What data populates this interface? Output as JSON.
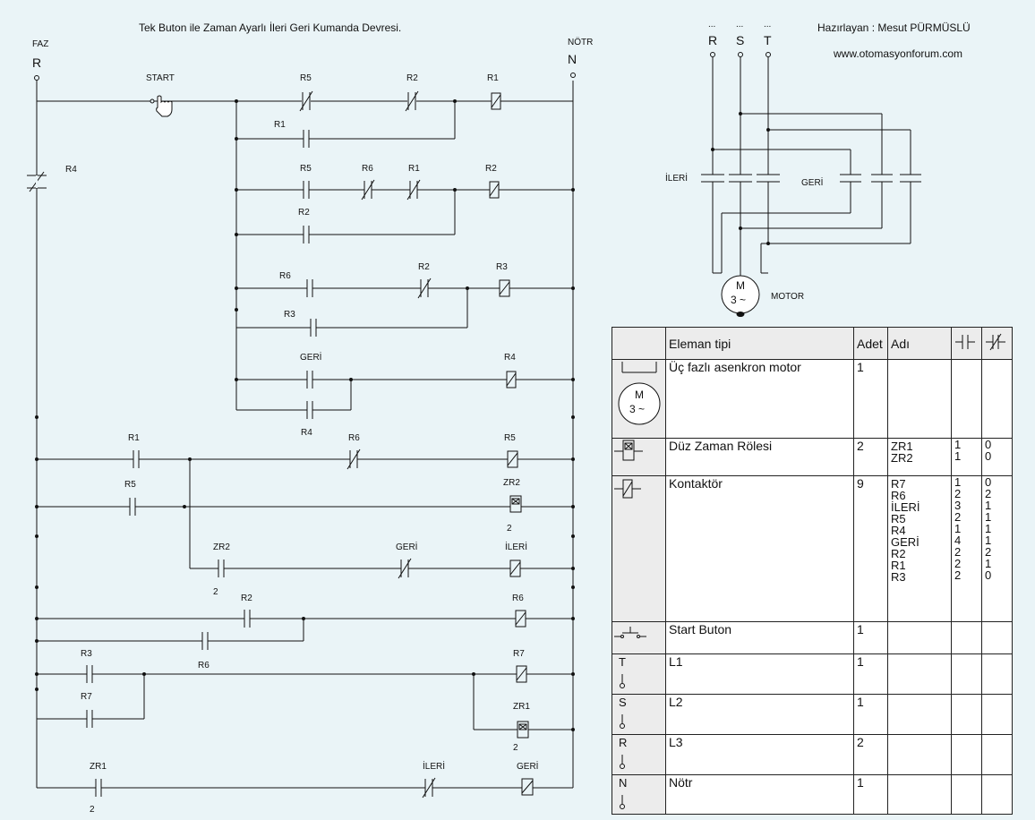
{
  "title": "Tek Buton ile Zaman Ayarlı İleri Geri Kumanda Devresi.",
  "author": "Hazırlayan : Mesut PÜRMÜSLÜ",
  "website": "www.otomasyonforum.com",
  "ladder": {
    "faz_label": "FAZ",
    "faz_letter": "R",
    "notr_label": "NÖTR",
    "notr_letter": "N",
    "labels": {
      "start": "START",
      "r5_nc": "R5",
      "r2_nc_1": "R2",
      "r1_coil": "R1",
      "r1_no": "R1",
      "r4_nc_main": "R4",
      "r5_no_2": "R5",
      "r6_nc_2": "R6",
      "r1_nc_2": "R1",
      "r2_coil": "R2",
      "r2_no": "R2",
      "r6_no_3": "R6",
      "r2_nc_3": "R2",
      "r3_coil": "R3",
      "r3_no": "R3",
      "geri_no_4": "GERİ",
      "r4_coil": "R4",
      "r4_no_4": "R4",
      "r1_no_5": "R1",
      "r6_nc_5": "R6",
      "r5_coil": "R5",
      "r5_no_6": "R5",
      "zr2_coil": "ZR2",
      "zr2_sub": "2",
      "zr2_no_7": "ZR2",
      "zr2_sub_7": "2",
      "geri_nc_7": "GERİ",
      "ileri_coil": "İLERİ",
      "r2_no_8": "R2",
      "r6_coil": "R6",
      "r6_no_9": "R6",
      "r3_no_10": "R3",
      "r7_coil": "R7",
      "r7_no_11": "R7",
      "zr1_coil": "ZR1",
      "zr1_sub": "2",
      "zr1_no_12": "ZR1",
      "zr1_sub_12": "2",
      "ileri_nc_12": "İLERİ",
      "geri_coil": "GERİ"
    }
  },
  "power": {
    "phases": [
      "R",
      "S",
      "T"
    ],
    "dots": "...",
    "ileri_label": "İLERİ",
    "geri_label": "GERİ",
    "motor_m": "M",
    "motor_3": "3 ~",
    "motor_label": "MOTOR"
  },
  "legend": {
    "headers": {
      "type": "Eleman tipi",
      "count": "Adet",
      "name": "Adı"
    },
    "rows": [
      {
        "symbol": "motor-icon",
        "type": "Üç fazlı asenkron motor",
        "count": "1",
        "names": "",
        "no": "",
        "nc": "",
        "m": "M",
        "three": "3 ~"
      },
      {
        "symbol": "timer-relay-icon",
        "type": "Düz Zaman Rölesi",
        "count": "2",
        "names": "ZR1\nZR2",
        "no": "1\n1",
        "nc": "0\n0"
      },
      {
        "symbol": "contactor-icon",
        "type": "Kontaktör",
        "count": "9",
        "names": "R7\nR6\nİLERİ\nR5\nR4\nGERİ\nR2\nR1\nR3",
        "no": "1\n2\n3\n2\n1\n4\n2\n2\n2",
        "nc": "0\n2\n1\n1\n1\n1\n2\n1\n0"
      },
      {
        "symbol": "start-button-icon",
        "type": "Start Buton",
        "count": "1",
        "names": "",
        "no": "",
        "nc": ""
      },
      {
        "symbol": "terminal-t-icon",
        "letter": "T",
        "type": "L1",
        "count": "1",
        "names": "",
        "no": "",
        "nc": ""
      },
      {
        "symbol": "terminal-s-icon",
        "letter": "S",
        "type": "L2",
        "count": "1",
        "names": "",
        "no": "",
        "nc": ""
      },
      {
        "symbol": "terminal-r-icon",
        "letter": "R",
        "type": "L3",
        "count": "2",
        "names": "",
        "no": "",
        "nc": ""
      },
      {
        "symbol": "terminal-n-icon",
        "letter": "N",
        "type": "Nötr",
        "count": "1",
        "names": "",
        "no": "",
        "nc": ""
      }
    ]
  }
}
